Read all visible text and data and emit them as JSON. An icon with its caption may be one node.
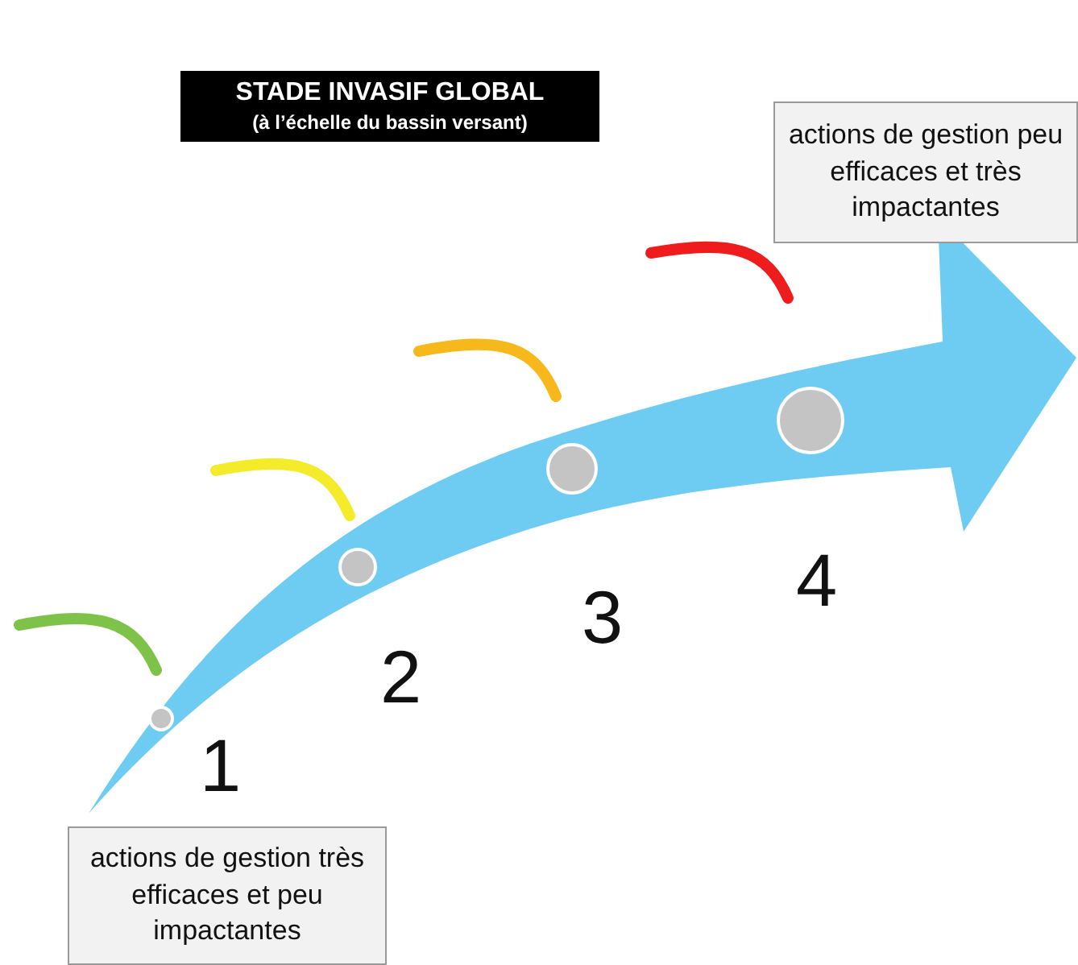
{
  "diagram": {
    "nodes": [
      {
        "text": [
          "STADE INVASIF GLOBAL",
          "(à l’échelle du bassin versant)"
        ]
      },
      {
        "text": [
          "actions de gestion peu efficaces et très impactantes"
        ]
      },
      {
        "text": [
          "actions de gestion très efficaces et peu impactantes"
        ]
      },
      {
        "text": [],
        "shape": "circle",
        "beside": [
          "1"
        ]
      },
      {
        "text": [],
        "shape": "circle",
        "beside": [
          "2"
        ]
      },
      {
        "text": [],
        "shape": "circle",
        "beside": [
          "3"
        ]
      },
      {
        "text": [],
        "shape": "circle",
        "beside": [
          "4"
        ]
      }
    ],
    "edges": [
      {
        "from": 2,
        "to": 1,
        "arrow": "to",
        "style": "thick"
      }
    ]
  }
}
